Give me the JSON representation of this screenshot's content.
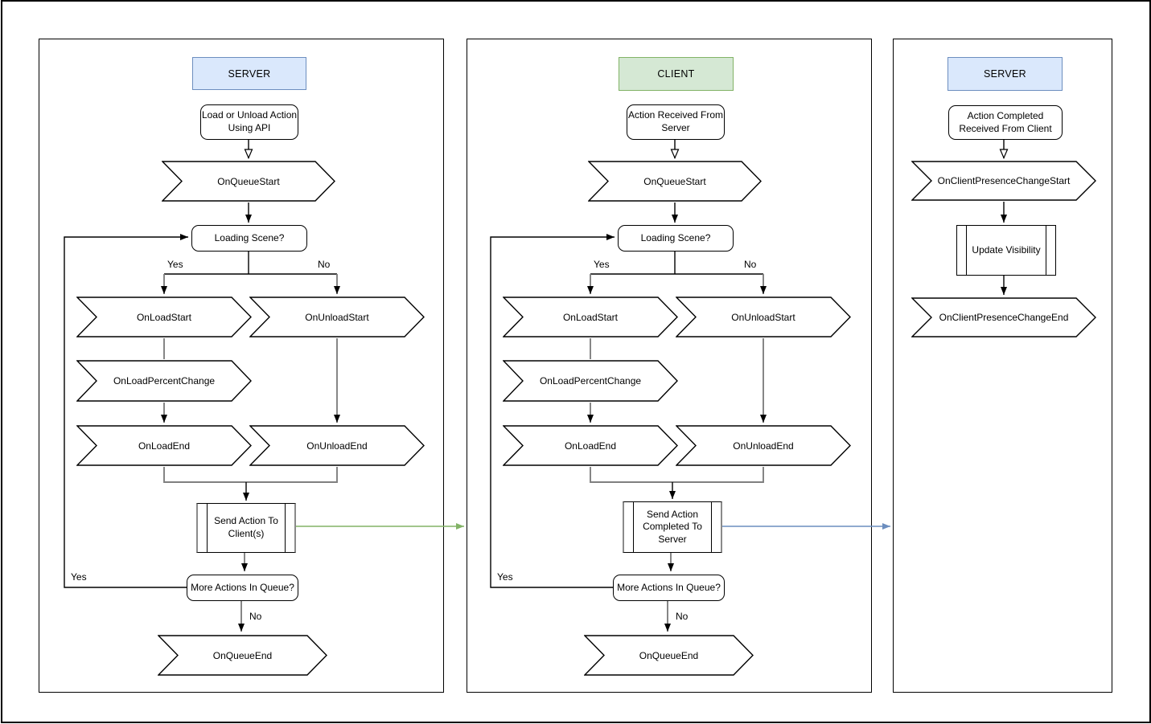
{
  "labels": {
    "yes": "Yes",
    "no": "No"
  },
  "colors": {
    "server_header_fill": "#dae8fc",
    "server_header_border": "#6c8ebf",
    "client_header_fill": "#d5e8d4",
    "client_header_border": "#82b366",
    "wire_gray": "#7f7f7f",
    "wire_black": "#000000",
    "cross_panel_arrow_green": "#82b366",
    "cross_panel_arrow_blue": "#6c8ebf",
    "shape_fill": "#ffffff",
    "shape_border": "#000000"
  },
  "panels": {
    "server_queue": {
      "header": "SERVER",
      "start": "Load or Unload Action Using API",
      "on_queue_start": "OnQueueStart",
      "loading_scene": "Loading Scene?",
      "on_load_start": "OnLoadStart",
      "on_unload_start": "OnUnloadStart",
      "on_load_percent_change": "OnLoadPercentChange",
      "on_load_end": "OnLoadEnd",
      "on_unload_end": "OnUnloadEnd",
      "send_action": "Send Action To Client(s)",
      "more_actions": "More Actions In Queue?",
      "on_queue_end": "OnQueueEnd"
    },
    "client_queue": {
      "header": "CLIENT",
      "start": "Action Received From Server",
      "on_queue_start": "OnQueueStart",
      "loading_scene": "Loading Scene?",
      "on_load_start": "OnLoadStart",
      "on_unload_start": "OnUnloadStart",
      "on_load_percent_change": "OnLoadPercentChange",
      "on_load_end": "OnLoadEnd",
      "on_unload_end": "OnUnloadEnd",
      "send_action": "Send Action Completed To Server",
      "more_actions": "More Actions In Queue?",
      "on_queue_end": "OnQueueEnd"
    },
    "server_presence": {
      "header": "SERVER",
      "start": "Action Completed Received From Client",
      "on_client_presence_change_start": "OnClientPresenceChangeStart",
      "update_visibility": "Update Visibility",
      "on_client_presence_change_end": "OnClientPresenceChangeEnd"
    }
  }
}
